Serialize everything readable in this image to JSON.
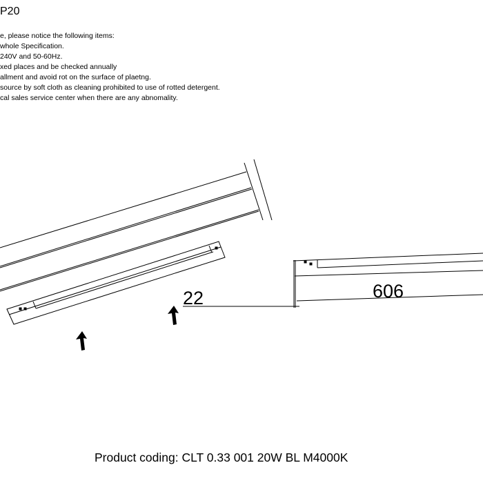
{
  "title": "P20",
  "notes": [
    "e, please notice the following items:",
    "whole Specification.",
    "240V and 50-60Hz.",
    "xed places and be checked annually",
    "allment and avoid rot on the surface of plaetng.",
    "source by soft cloth as cleaning prohibited to use of rotted detergent.",
    "cal sales service center when there are any abnomality."
  ],
  "dimensions": {
    "height": "22",
    "length": "606"
  },
  "product_coding": "Product coding: CLT 0.33 001 20W BL M4000K"
}
